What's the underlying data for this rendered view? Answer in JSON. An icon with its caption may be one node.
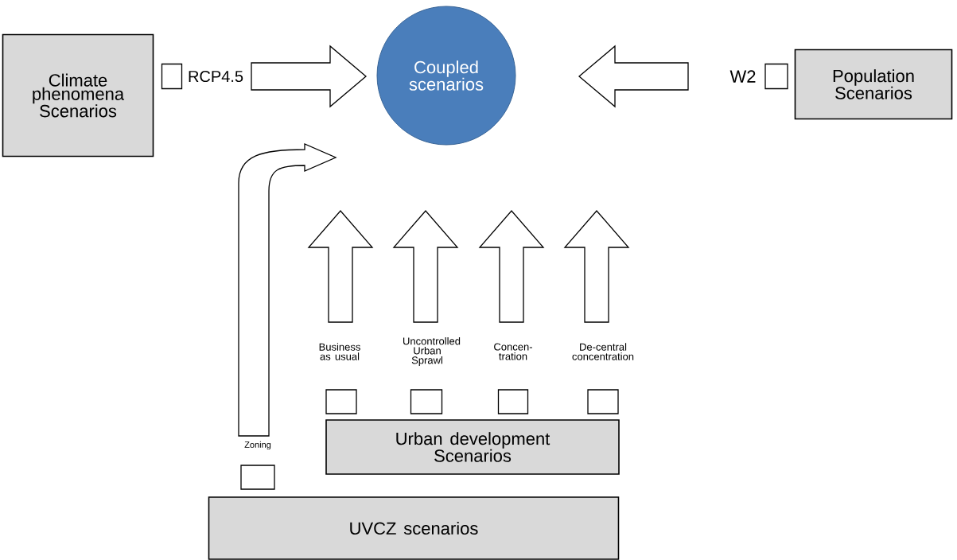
{
  "diagram": {
    "nodes": [
      {
        "text": [
          "Climate phenomena Scenarios"
        ]
      },
      {
        "text": [],
        "shape": "box",
        "beside": [
          "RCP4.5"
        ]
      },
      {
        "text": [
          "Coupled scenarios"
        ]
      },
      {
        "text": [],
        "shape": "box",
        "beside": [
          "W2"
        ]
      },
      {
        "text": [
          "Population Scenarios"
        ]
      },
      {
        "text": [],
        "shape": "box",
        "beside": [
          "Business as usual"
        ]
      },
      {
        "text": [],
        "shape": "box",
        "beside": [
          "Uncontrolled Urban Sprawl"
        ]
      },
      {
        "text": [],
        "shape": "box",
        "beside": [
          "Concen- tration"
        ]
      },
      {
        "text": [],
        "shape": "box",
        "beside": [
          "De-central concentration"
        ]
      },
      {
        "text": [
          "Urban development Scenarios"
        ]
      },
      {
        "text": [],
        "shape": "box",
        "beside": [
          "Zoning"
        ]
      },
      {
        "text": [
          "UVCZ scenarios"
        ]
      }
    ],
    "edges": [
      {
        "from": 1,
        "to": 2,
        "arrow": "to"
      },
      {
        "from": 3,
        "to": 2,
        "arrow": "to"
      },
      {
        "from": 5,
        "to": 2,
        "arrow": "to"
      },
      {
        "from": 6,
        "to": 2,
        "arrow": "to"
      },
      {
        "from": 7,
        "to": 2,
        "arrow": "to"
      },
      {
        "from": 8,
        "to": 2,
        "arrow": "to"
      },
      {
        "from": 10,
        "to": 2,
        "arrow": "to"
      }
    ]
  }
}
